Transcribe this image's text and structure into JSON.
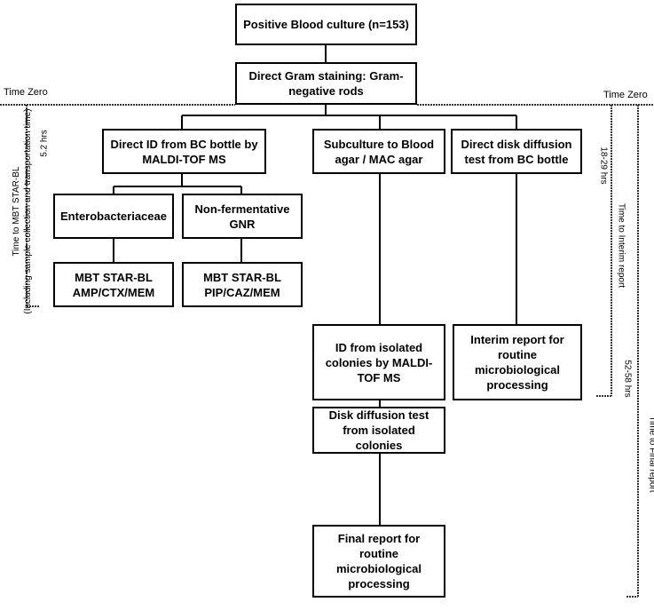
{
  "boxes": {
    "positive": "Positive Blood culture (n=153)",
    "gram": "Direct Gram staining: Gram-negative rods",
    "direct_id": "Direct ID from BC bottle by MALDI-TOF MS",
    "subculture": "Subculture to Blood agar / MAC agar",
    "direct_disk": "Direct disk diffusion test from BC bottle",
    "entero": "Enterobacteriaceae",
    "nonferm": "Non-fermentative GNR",
    "mbt_entero": "MBT STAR-BL AMP/CTX/MEM",
    "mbt_nonferm": "MBT STAR-BL PIP/CAZ/MEM",
    "id_isolated": "ID from isolated colonies by MALDI-TOF MS",
    "interim": "Interim report for routine microbiological processing",
    "disk_isolated": "Disk diffusion test from isolated colonies",
    "final": "Final report for routine microbiological processing"
  },
  "timing": {
    "time_zero_left": "Time Zero",
    "time_zero_right": "Time Zero",
    "mbt_label": "Time to MBT STAR-BL",
    "mbt_note": "(Including sample collection and transportation time)",
    "mbt_value": "5.2 hrs",
    "interim_label": "Time to Interim report",
    "interim_value": "18-29 hrs",
    "final_label": "Time to Final report",
    "final_value": "52-58 hrs"
  }
}
